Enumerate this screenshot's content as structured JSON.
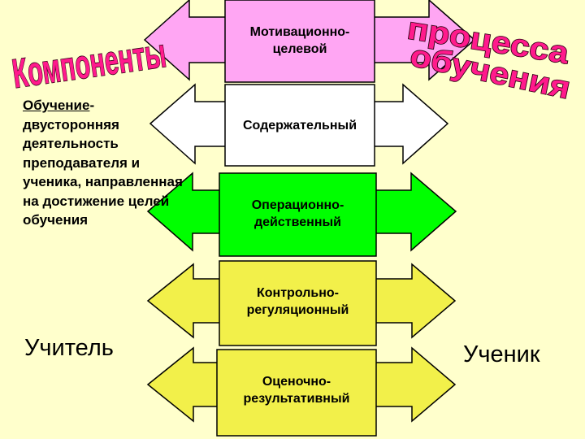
{
  "wordart": {
    "left_text": "Компоненты",
    "right_line1": "процесса",
    "right_line2": "обучения"
  },
  "definition": {
    "term": "Обучение",
    "text": "-двусторонняя деятельность преподавателя и ученика, направленная на достижение целей обучения"
  },
  "roles": {
    "left": "Учитель",
    "right": "Ученик"
  },
  "components": [
    {
      "label": "Мотивационно-целевой",
      "color": "#ffa6f3"
    },
    {
      "label": "Содержательный",
      "color": "#ffffff"
    },
    {
      "label": "Операционно-действенный",
      "color": "#00ff00"
    },
    {
      "label": "Контрольно-регуляционный",
      "color": "#f2f04a"
    },
    {
      "label": "Оценочно-результативный",
      "color": "#f2f04a"
    }
  ]
}
